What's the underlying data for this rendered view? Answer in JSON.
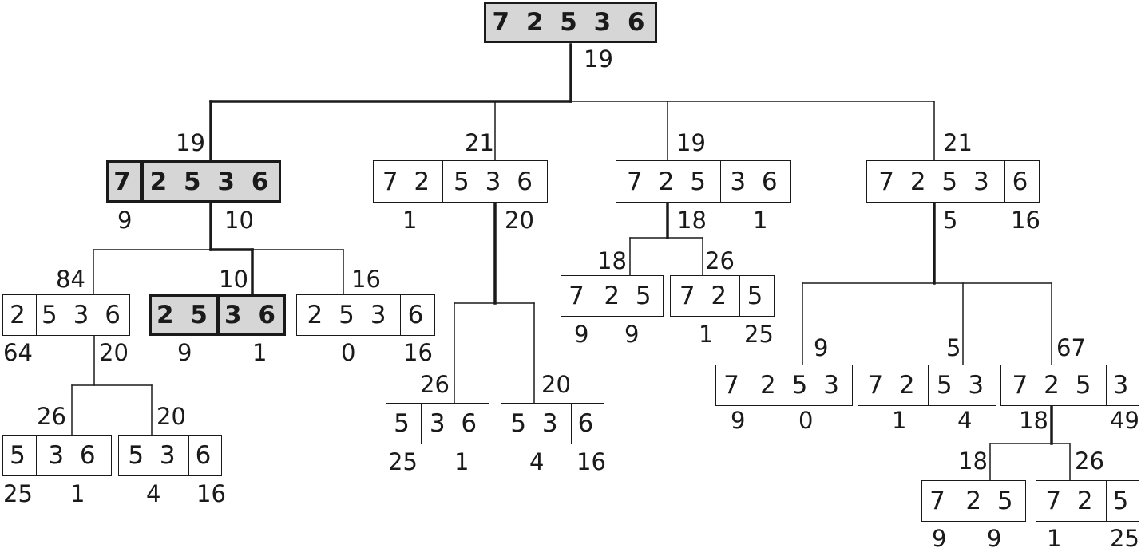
{
  "nodes": [
    {
      "id": "root",
      "highlighted": true,
      "segments": [
        {
          "text": "7 2 5 3 6"
        }
      ]
    },
    {
      "id": "s1",
      "highlighted": true,
      "segments": [
        {
          "text": "7"
        },
        {
          "text": "2 5 3 6"
        }
      ]
    },
    {
      "id": "s2",
      "segments": [
        {
          "text": "7 2"
        },
        {
          "text": "5 3 6"
        }
      ]
    },
    {
      "id": "s3",
      "segments": [
        {
          "text": "7 2 5"
        },
        {
          "text": "3 6"
        }
      ]
    },
    {
      "id": "s4",
      "segments": [
        {
          "text": "7 2 5 3"
        },
        {
          "text": "6"
        }
      ]
    },
    {
      "id": "s1a",
      "segments": [
        {
          "text": "2"
        },
        {
          "text": "5 3 6"
        }
      ]
    },
    {
      "id": "s1b",
      "highlighted": true,
      "segments": [
        {
          "text": "2 5"
        },
        {
          "text": "3 6"
        }
      ]
    },
    {
      "id": "s1c",
      "segments": [
        {
          "text": "2 5 3"
        },
        {
          "text": "6"
        }
      ]
    },
    {
      "id": "s1aa",
      "segments": [
        {
          "text": "5"
        },
        {
          "text": "3 6"
        }
      ]
    },
    {
      "id": "s1ab",
      "segments": [
        {
          "text": "5 3"
        },
        {
          "text": "6"
        }
      ]
    },
    {
      "id": "s2a",
      "segments": [
        {
          "text": "5"
        },
        {
          "text": "3 6"
        }
      ]
    },
    {
      "id": "s2b",
      "segments": [
        {
          "text": "5 3"
        },
        {
          "text": "6"
        }
      ]
    },
    {
      "id": "s3a",
      "segments": [
        {
          "text": "7"
        },
        {
          "text": "2 5"
        }
      ]
    },
    {
      "id": "s3b",
      "segments": [
        {
          "text": "7 2"
        },
        {
          "text": "5"
        }
      ]
    },
    {
      "id": "s4a",
      "segments": [
        {
          "text": "7"
        },
        {
          "text": "2 5 3"
        }
      ]
    },
    {
      "id": "s4b",
      "segments": [
        {
          "text": "7 2"
        },
        {
          "text": "5 3"
        }
      ]
    },
    {
      "id": "s4c",
      "segments": [
        {
          "text": "7 2 5"
        },
        {
          "text": "3"
        }
      ]
    },
    {
      "id": "s4ca",
      "segments": [
        {
          "text": "7"
        },
        {
          "text": "2 5"
        }
      ]
    },
    {
      "id": "s4cb",
      "segments": [
        {
          "text": "7 2"
        },
        {
          "text": "5"
        }
      ]
    }
  ],
  "labels": [
    {
      "id": "root-cost",
      "text": "19"
    },
    {
      "id": "s1-cost",
      "text": "19"
    },
    {
      "id": "s2-cost",
      "text": "21"
    },
    {
      "id": "s3-cost",
      "text": "19"
    },
    {
      "id": "s4-cost",
      "text": "21"
    },
    {
      "id": "s1-left",
      "text": "9"
    },
    {
      "id": "s1-right",
      "text": "10"
    },
    {
      "id": "s2-left",
      "text": "1"
    },
    {
      "id": "s2-right",
      "text": "20"
    },
    {
      "id": "s3-left",
      "text": "18"
    },
    {
      "id": "s3-right",
      "text": "1"
    },
    {
      "id": "s4-left",
      "text": "5"
    },
    {
      "id": "s4-right",
      "text": "16"
    },
    {
      "id": "s1a-cost",
      "text": "84"
    },
    {
      "id": "s1b-cost",
      "text": "10"
    },
    {
      "id": "s1c-cost",
      "text": "16"
    },
    {
      "id": "s1a-left",
      "text": "64"
    },
    {
      "id": "s1a-right",
      "text": "20"
    },
    {
      "id": "s1b-left",
      "text": "9"
    },
    {
      "id": "s1b-right",
      "text": "1"
    },
    {
      "id": "s1c-left",
      "text": "0"
    },
    {
      "id": "s1c-right",
      "text": "16"
    },
    {
      "id": "s1aa-cost",
      "text": "26"
    },
    {
      "id": "s1ab-cost",
      "text": "20"
    },
    {
      "id": "s1aa-left",
      "text": "25"
    },
    {
      "id": "s1aa-right",
      "text": "1"
    },
    {
      "id": "s1ab-left",
      "text": "4"
    },
    {
      "id": "s1ab-right",
      "text": "16"
    },
    {
      "id": "s2a-cost",
      "text": "26"
    },
    {
      "id": "s2b-cost",
      "text": "20"
    },
    {
      "id": "s2a-left",
      "text": "25"
    },
    {
      "id": "s2a-right",
      "text": "1"
    },
    {
      "id": "s2b-left",
      "text": "4"
    },
    {
      "id": "s2b-right",
      "text": "16"
    },
    {
      "id": "s3a-cost",
      "text": "18"
    },
    {
      "id": "s3b-cost",
      "text": "26"
    },
    {
      "id": "s3a-left",
      "text": "9"
    },
    {
      "id": "s3a-right",
      "text": "9"
    },
    {
      "id": "s3b-left",
      "text": "1"
    },
    {
      "id": "s3b-right",
      "text": "25"
    },
    {
      "id": "s4a-cost",
      "text": "9"
    },
    {
      "id": "s4b-cost",
      "text": "5"
    },
    {
      "id": "s4c-cost",
      "text": "67"
    },
    {
      "id": "s4a-left",
      "text": "9"
    },
    {
      "id": "s4a-right",
      "text": "0"
    },
    {
      "id": "s4b-left",
      "text": "1"
    },
    {
      "id": "s4b-right",
      "text": "4"
    },
    {
      "id": "s4c-left",
      "text": "18"
    },
    {
      "id": "s4c-right",
      "text": "49"
    },
    {
      "id": "s4ca-cost",
      "text": "18"
    },
    {
      "id": "s4cb-cost",
      "text": "26"
    },
    {
      "id": "s4ca-left",
      "text": "9"
    },
    {
      "id": "s4ca-right",
      "text": "9"
    },
    {
      "id": "s4cb-left",
      "text": "1"
    },
    {
      "id": "s4cb-right",
      "text": "25"
    }
  ]
}
